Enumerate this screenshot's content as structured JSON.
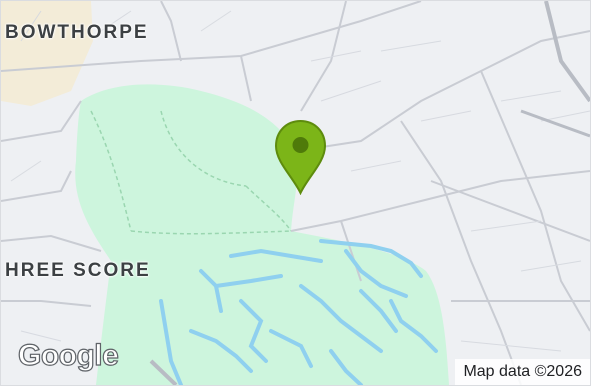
{
  "map": {
    "places": {
      "bowthorpe": "BOWTHORPE",
      "three_score": "HREE SCORE"
    },
    "branding": {
      "logo_text": "Google",
      "attribution": "Map data ©2026"
    },
    "colors": {
      "park": "#cdf5dd",
      "water": "#8fd0ef",
      "road": "#c9ccd3",
      "marker": "#7cb518",
      "marker_stroke": "#5e8c0d",
      "label": "#3c4043"
    },
    "marker_icon": "map-pin-icon"
  }
}
